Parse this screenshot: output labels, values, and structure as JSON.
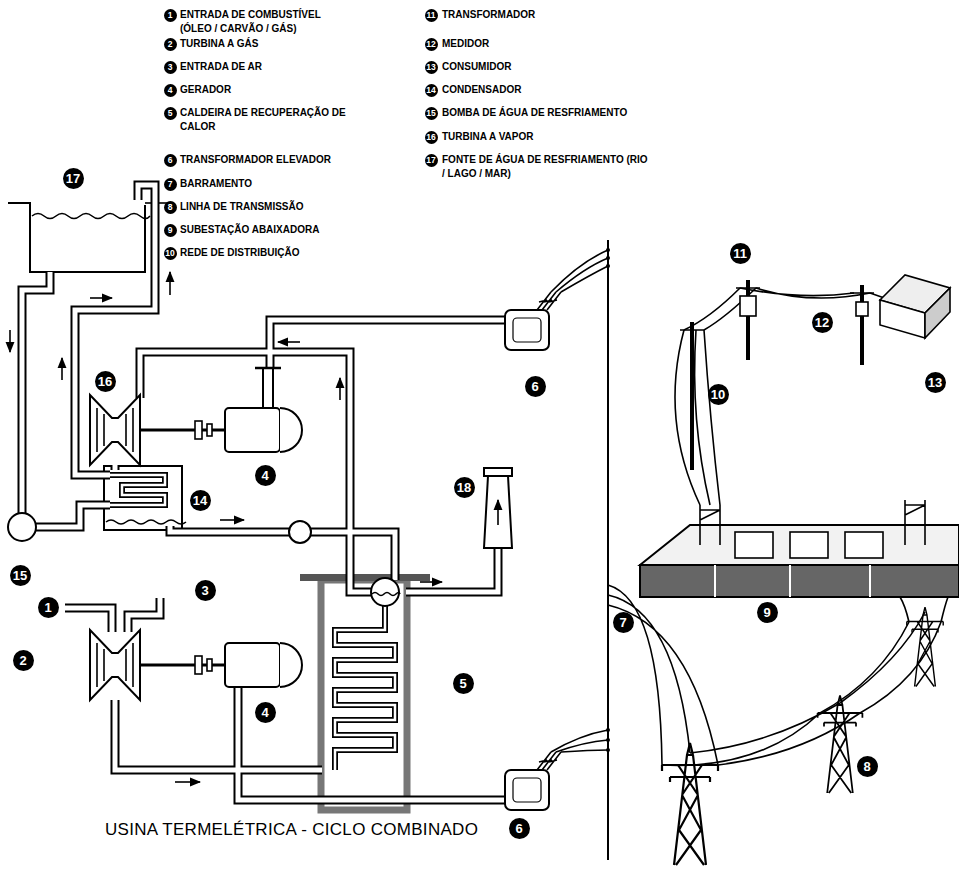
{
  "diagram": {
    "title": "USINA TERMELÉTRICA - CICLO COMBINADO",
    "labels": [
      "1",
      "2",
      "3",
      "4",
      "5",
      "6",
      "7",
      "8",
      "9",
      "10",
      "11",
      "12",
      "13",
      "14",
      "15",
      "16",
      "17",
      "17",
      "16",
      "4",
      "14",
      "15",
      "1",
      "3",
      "2",
      "4",
      "5",
      "18",
      "6",
      "6",
      "7",
      "11",
      "10",
      "12",
      "13",
      "9",
      "8"
    ],
    "legend": [
      {
        "text": "ENTRADA DE COMBUSTÍVEL (ÓLEO / CARVÃO / GÁS)"
      },
      {
        "text": "TURBINA A GÁS"
      },
      {
        "text": "ENTRADA DE AR"
      },
      {
        "text": "GERADOR"
      },
      {
        "text": "CALDEIRA DE RECUPERAÇÃO DE CALOR"
      },
      {
        "text": "TRANSFORMADOR ELEVADOR"
      },
      {
        "text": "BARRAMENTO"
      },
      {
        "text": "LINHA DE TRANSMISSÃO"
      },
      {
        "text": "SUBESTAÇÃO ABAIXADORA"
      },
      {
        "text": "REDE DE DISTRIBUIÇÃO"
      },
      {
        "text": "TRANSFORMADOR"
      },
      {
        "text": "MEDIDOR"
      },
      {
        "text": "CONSUMIDOR"
      },
      {
        "text": "CONDENSADOR"
      },
      {
        "text": "BOMBA DE ÁGUA DE RESFRIAMENTO"
      },
      {
        "text": "TURBINA A VAPOR"
      },
      {
        "text": "FONTE DE ÁGUA DE RESFRIAMENTO (RIO / LAGO / MAR)"
      }
    ]
  }
}
